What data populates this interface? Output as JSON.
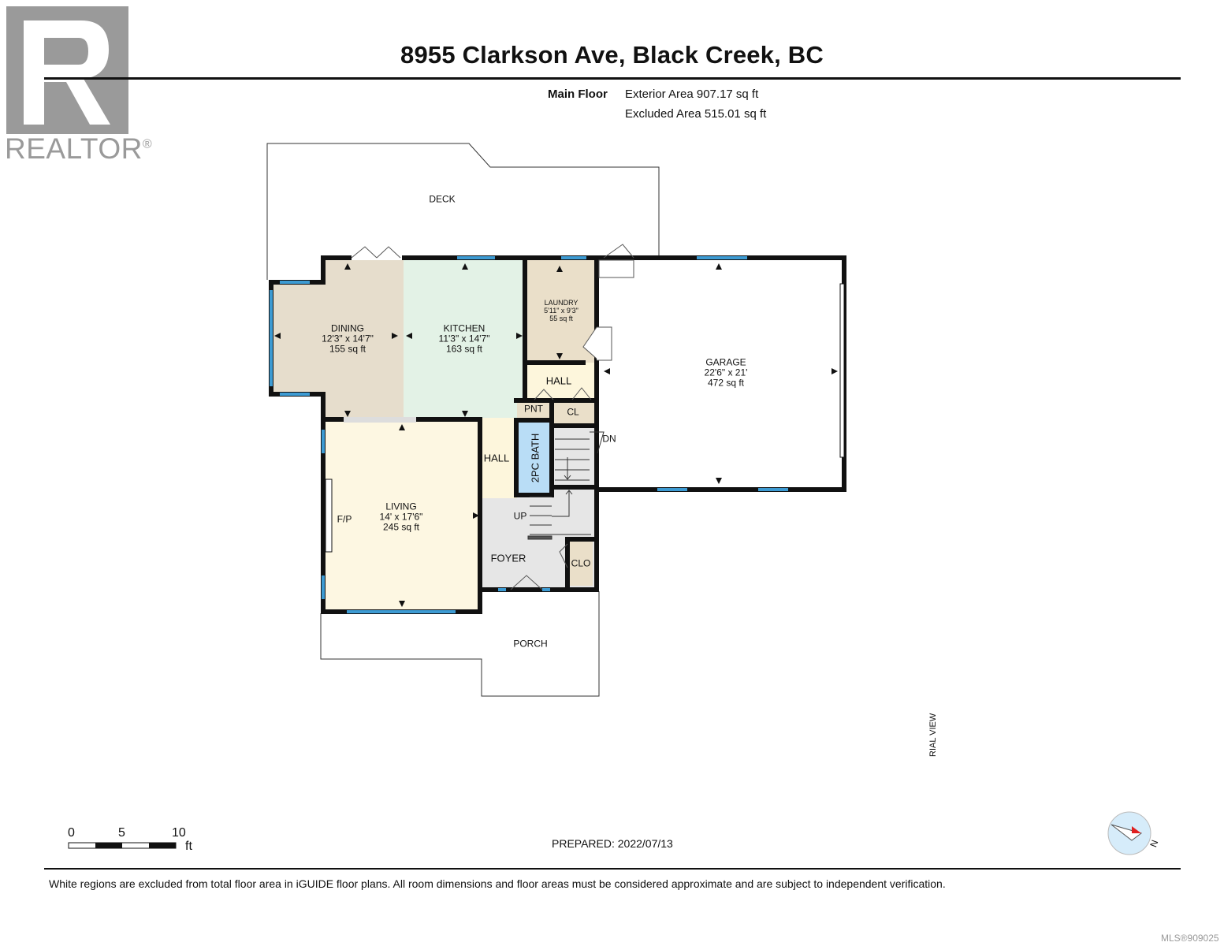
{
  "header": {
    "title": "8955 Clarkson Ave, Black Creek, BC",
    "logo_text": "REALTOR",
    "logo_mark": "®"
  },
  "areas": {
    "floor": "Main Floor",
    "exterior": "Exterior Area 907.17 sq ft",
    "excluded": "Excluded Area 515.01 sq ft"
  },
  "rooms": {
    "deck": {
      "name": "DECK"
    },
    "dining": {
      "name": "DINING",
      "dims": "12'3\" x 14'7\"",
      "area": "155 sq ft"
    },
    "kitchen": {
      "name": "KITCHEN",
      "dims": "11'3\" x 14'7\"",
      "area": "163 sq ft"
    },
    "laundry": {
      "name": "LAUNDRY",
      "dims": "5'11\" x 9'3\"",
      "area": "55 sq ft"
    },
    "garage": {
      "name": "GARAGE",
      "dims": "22'6\" x 21'",
      "area": "472 sq ft"
    },
    "hall_upper": {
      "name": "HALL"
    },
    "pnt": {
      "name": "PNT"
    },
    "cl": {
      "name": "CL"
    },
    "hall_lower": {
      "name": "HALL"
    },
    "bath": {
      "name": "2PC BATH"
    },
    "dn": {
      "name": "DN"
    },
    "up": {
      "name": "UP"
    },
    "living": {
      "name": "LIVING",
      "dims": "14' x 17'6\"",
      "area": "245 sq ft"
    },
    "fp": {
      "name": "F/P"
    },
    "foyer": {
      "name": "FOYER"
    },
    "clo": {
      "name": "CLO"
    },
    "porch": {
      "name": "PORCH"
    }
  },
  "scale": {
    "ticks": [
      "0",
      "5",
      "10"
    ],
    "unit": "ft"
  },
  "footer": {
    "prepared": "PREPARED: 2022/07/13",
    "aerial_view": "RIAL VIEW",
    "compass_letter": "N",
    "disclaimer": "White regions are excluded from total floor area in iGUIDE floor plans. All room dimensions and floor areas must be considered approximate and are subject to independent verification.",
    "mls": "MLS®909025"
  },
  "colors": {
    "dining": "#e6ddcc",
    "kitchen": "#e3f2e6",
    "laundry": "#eadfc9",
    "hall": "#fdf6dc",
    "living": "#fdf7e2",
    "foyer": "#e6e6e6",
    "bath": "#b9ddf6",
    "window": "#3d9bd3",
    "wall": "#111111"
  }
}
